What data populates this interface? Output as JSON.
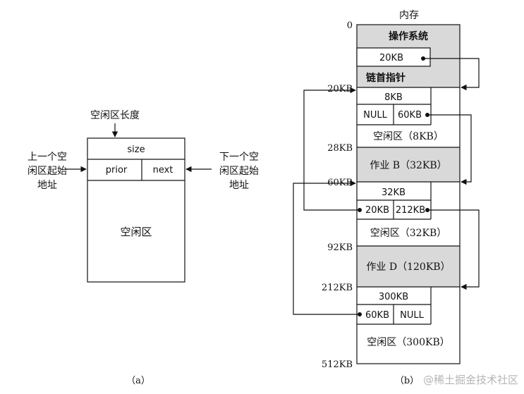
{
  "fig_a": {
    "top_label": "空闲区长度",
    "size": "size",
    "prior": "prior",
    "next": "next",
    "left_label": [
      "上一个空",
      "闲区起始",
      "地址"
    ],
    "right_label": [
      "下一个空",
      "闲区起始",
      "地址"
    ],
    "body": "空闲区",
    "caption": "（a）"
  },
  "fig_b": {
    "title": "内存",
    "addresses": [
      "0",
      "20KB",
      "28KB",
      "60KB",
      "92KB",
      "212KB",
      "512KB"
    ],
    "os": "操作系统",
    "os_ptr": "20KB",
    "chain_head": "链首指针",
    "free1": {
      "size": "8KB",
      "prior": "NULL",
      "next": "60KB",
      "body": "空闲区（8KB）"
    },
    "job_b": "作业 B（32KB）",
    "free2": {
      "size": "32KB",
      "prior": "20KB",
      "next": "212KB",
      "body": "空闲区（32KB）"
    },
    "job_d": "作业 D（120KB）",
    "free3": {
      "size": "300KB",
      "prior": "60KB",
      "next": "NULL",
      "body": "空闲区（300KB）"
    },
    "caption": "（b）"
  },
  "watermark": "@稀土掘金技术社区",
  "colors": {
    "shaded": "#d9d9d9",
    "line": "#1a1a1a"
  }
}
